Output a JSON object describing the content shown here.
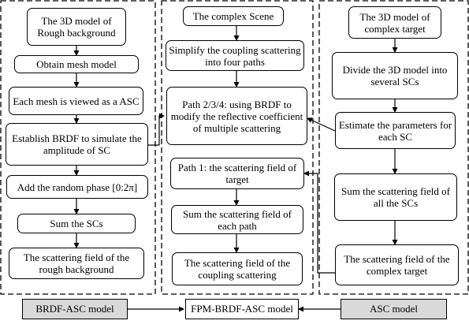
{
  "columns": {
    "left": {
      "boxes": [
        "The 3D model of Rough background",
        "Obtain mesh model",
        "Each mesh is viewed as a ASC",
        "Establish BRDF to simulate the amplitude of SC",
        "Add the random phase [0:2π]",
        "Sum the SCs",
        "The scattering field of the rough background"
      ]
    },
    "middle": {
      "boxes": [
        "The complex Scene",
        "Simplify the coupling scattering into four paths",
        "Path 2/3/4: using BRDF to modify the reflective coefficient of multiple scattering",
        "Path 1: the scattering field of target",
        "Sum the scattering field of each path",
        "The scattering field of the coupling scattering"
      ]
    },
    "right": {
      "boxes": [
        "The 3D model of complex target",
        "Divide the 3D model into several SCs",
        "Estimate the parameters for each SC",
        "Sum the scattering field of all the SCs",
        "The scattering field of the complex target"
      ]
    }
  },
  "legend": {
    "left": "BRDF-ASC model",
    "center": "FPM-BRDF-ASC model",
    "right": "ASC model"
  },
  "colors": {
    "stroke": "#000000",
    "legend_shaded": "#d9d9d9",
    "legend_plain": "#ffffff"
  }
}
